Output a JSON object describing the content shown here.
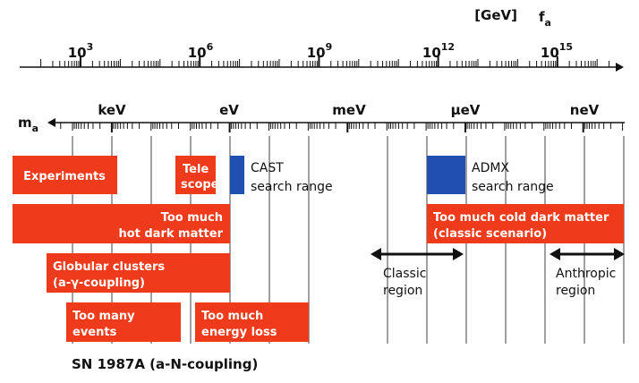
{
  "top_axis": {
    "unit_label": "[GeV]",
    "symbol": "f",
    "symbol_sub": "a",
    "ticks": [
      {
        "base": "10",
        "exp": "3"
      },
      {
        "base": "10",
        "exp": "6"
      },
      {
        "base": "10",
        "exp": "9"
      },
      {
        "base": "10",
        "exp": "12"
      },
      {
        "base": "10",
        "exp": "15"
      }
    ]
  },
  "bottom_axis": {
    "symbol": "m",
    "symbol_sub": "a",
    "ticks": [
      "keV",
      "eV",
      "meV",
      "μeV",
      "neV"
    ]
  },
  "regions": [
    {
      "id": "experiments",
      "lines": [
        "Experiments"
      ]
    },
    {
      "id": "telescope",
      "lines": [
        "Tele",
        "scope"
      ]
    },
    {
      "id": "cast",
      "lines": [
        "CAST",
        "search range"
      ]
    },
    {
      "id": "admx",
      "lines": [
        "ADMX",
        "search range"
      ]
    },
    {
      "id": "hot-dark-matter",
      "lines": [
        "Too much",
        "hot dark matter"
      ]
    },
    {
      "id": "cold-dark-matter",
      "lines": [
        "Too much cold dark matter",
        "(classic  scenario)"
      ]
    },
    {
      "id": "globular-clusters",
      "lines": [
        "Globular clusters",
        "(a-γ-coupling)"
      ]
    },
    {
      "id": "too-many-events",
      "lines": [
        "Too many",
        "events"
      ]
    },
    {
      "id": "energy-loss",
      "lines": [
        "Too much",
        "energy loss"
      ]
    }
  ],
  "arrows": [
    {
      "id": "classic-region",
      "lines": [
        "Classic",
        "region"
      ]
    },
    {
      "id": "anthropic-region",
      "lines": [
        "Anthropic",
        "region"
      ]
    }
  ],
  "footer": {
    "sn_label": "SN 1987A (a-N-coupling)"
  },
  "colors": {
    "red": "#f03a1c",
    "blue": "#1f4fb0",
    "axis": "#111111"
  }
}
